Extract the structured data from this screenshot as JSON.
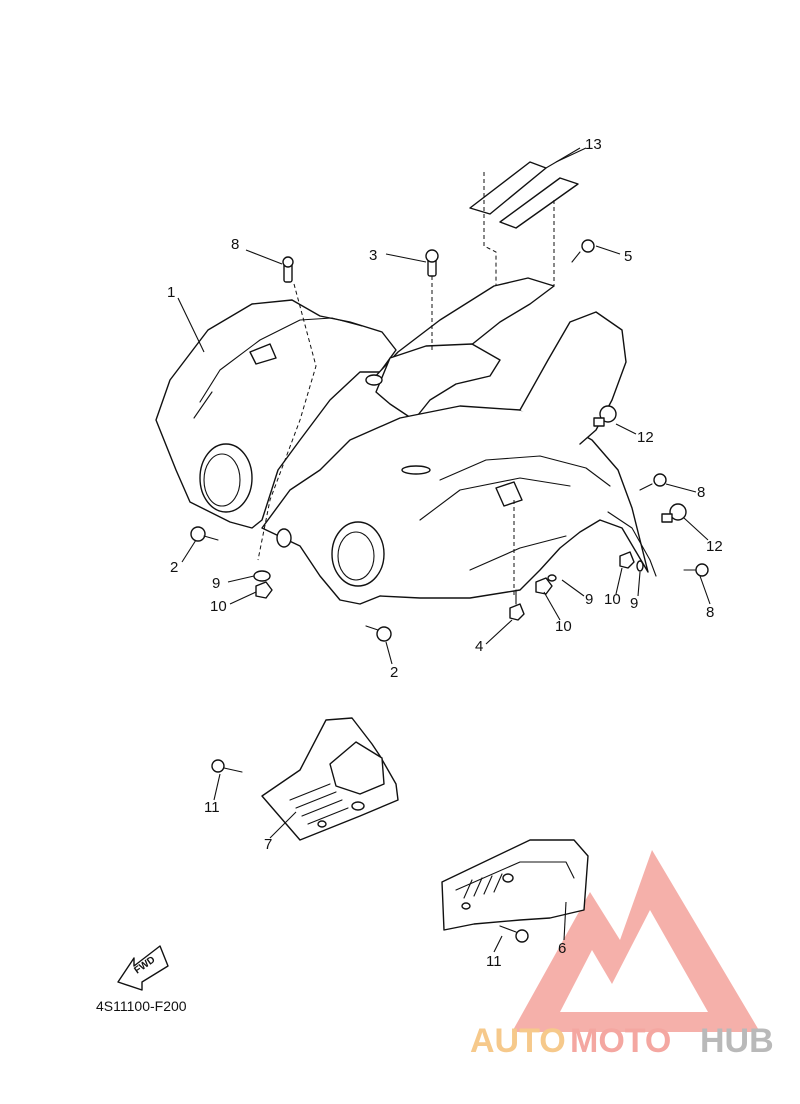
{
  "diagram_code": "4S11100-F200",
  "fwd_label": "FWD",
  "watermark": {
    "part1": "AUTO",
    "part2": "MOTO",
    "part3": "HUB",
    "color_triangle": "#f4a7a1",
    "color_auto": "#f6c98b",
    "color_moto": "#f4a7a1",
    "color_hub": "#b9b9b9"
  },
  "callouts": [
    {
      "id": "c13",
      "label": "13"
    },
    {
      "id": "c8a",
      "label": "8"
    },
    {
      "id": "c3",
      "label": "3"
    },
    {
      "id": "c5",
      "label": "5"
    },
    {
      "id": "c1",
      "label": "1"
    },
    {
      "id": "c12a",
      "label": "12"
    },
    {
      "id": "c8b",
      "label": "8"
    },
    {
      "id": "c12b",
      "label": "12"
    },
    {
      "id": "c2a",
      "label": "2"
    },
    {
      "id": "c9a",
      "label": "9"
    },
    {
      "id": "c10a",
      "label": "10"
    },
    {
      "id": "c9b",
      "label": "9"
    },
    {
      "id": "c10b",
      "label": "10"
    },
    {
      "id": "c9c",
      "label": "9"
    },
    {
      "id": "c10c",
      "label": "10"
    },
    {
      "id": "c8c",
      "label": "8"
    },
    {
      "id": "c4",
      "label": "4"
    },
    {
      "id": "c2b",
      "label": "2"
    },
    {
      "id": "c11a",
      "label": "11"
    },
    {
      "id": "c7",
      "label": "7"
    },
    {
      "id": "c11b",
      "label": "11"
    },
    {
      "id": "c6",
      "label": "6"
    }
  ]
}
